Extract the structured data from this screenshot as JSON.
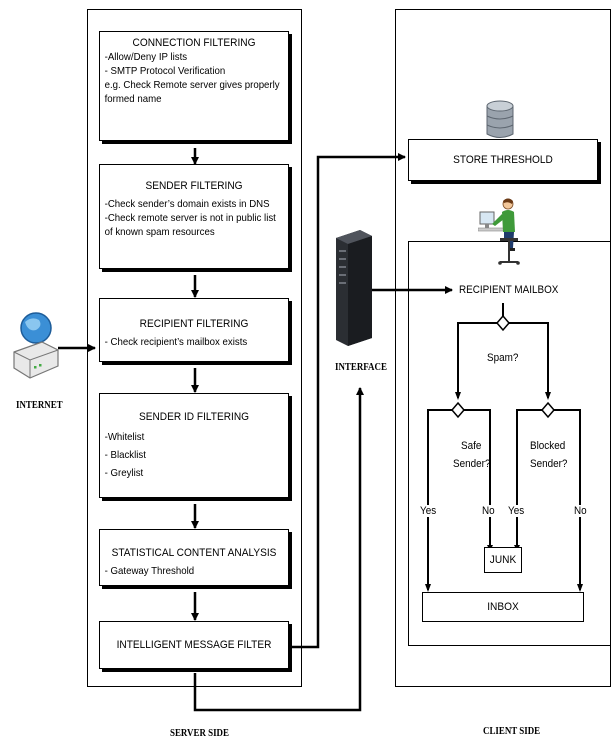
{
  "server": {
    "label": "SERVER SIDE",
    "boxes": [
      {
        "title": "CONNECTION FILTERING",
        "lines": [
          "-Allow/Deny IP lists",
          "- SMTP Protocol Verification",
          "e.g. Check Remote server gives properly",
          "formed name"
        ]
      },
      {
        "title": "SENDER FILTERING",
        "lines": [
          "-Check sender’s domain exists in DNS",
          "-Check remote server is not in public list",
          "of known spam resources"
        ]
      },
      {
        "title": "RECIPIENT FILTERING",
        "lines": [
          "- Check recipient’s mailbox exists"
        ]
      },
      {
        "title": "SENDER ID FILTERING",
        "lines": [
          "-Whitelist",
          "- Blacklist",
          "- Greylist"
        ]
      },
      {
        "title": "STATISTICAL CONTENT ANALYSIS",
        "lines": [
          "- Gateway Threshold"
        ]
      },
      {
        "title": "INTELLIGENT MESSAGE FILTER",
        "lines": []
      }
    ]
  },
  "client": {
    "label": "CLIENT SIDE",
    "store_threshold": "STORE THRESHOLD",
    "recipient_mailbox": "RECIPIENT MAILBOX",
    "spam_question": "Spam?",
    "safe_sender_1": "Safe",
    "safe_sender_2": "Sender?",
    "blocked_sender_1": "Blocked",
    "blocked_sender_2": "Sender?",
    "yes_left": "Yes",
    "no_left": "No",
    "yes_right": "Yes",
    "no_right": "No",
    "junk": "JUNK",
    "inbox": "INBOX"
  },
  "internet_label": "INTERNET",
  "interface_label": "INTERFACE",
  "icons": [
    "internet-router-icon",
    "server-tower-icon",
    "database-icon",
    "user-at-computer-icon"
  ]
}
